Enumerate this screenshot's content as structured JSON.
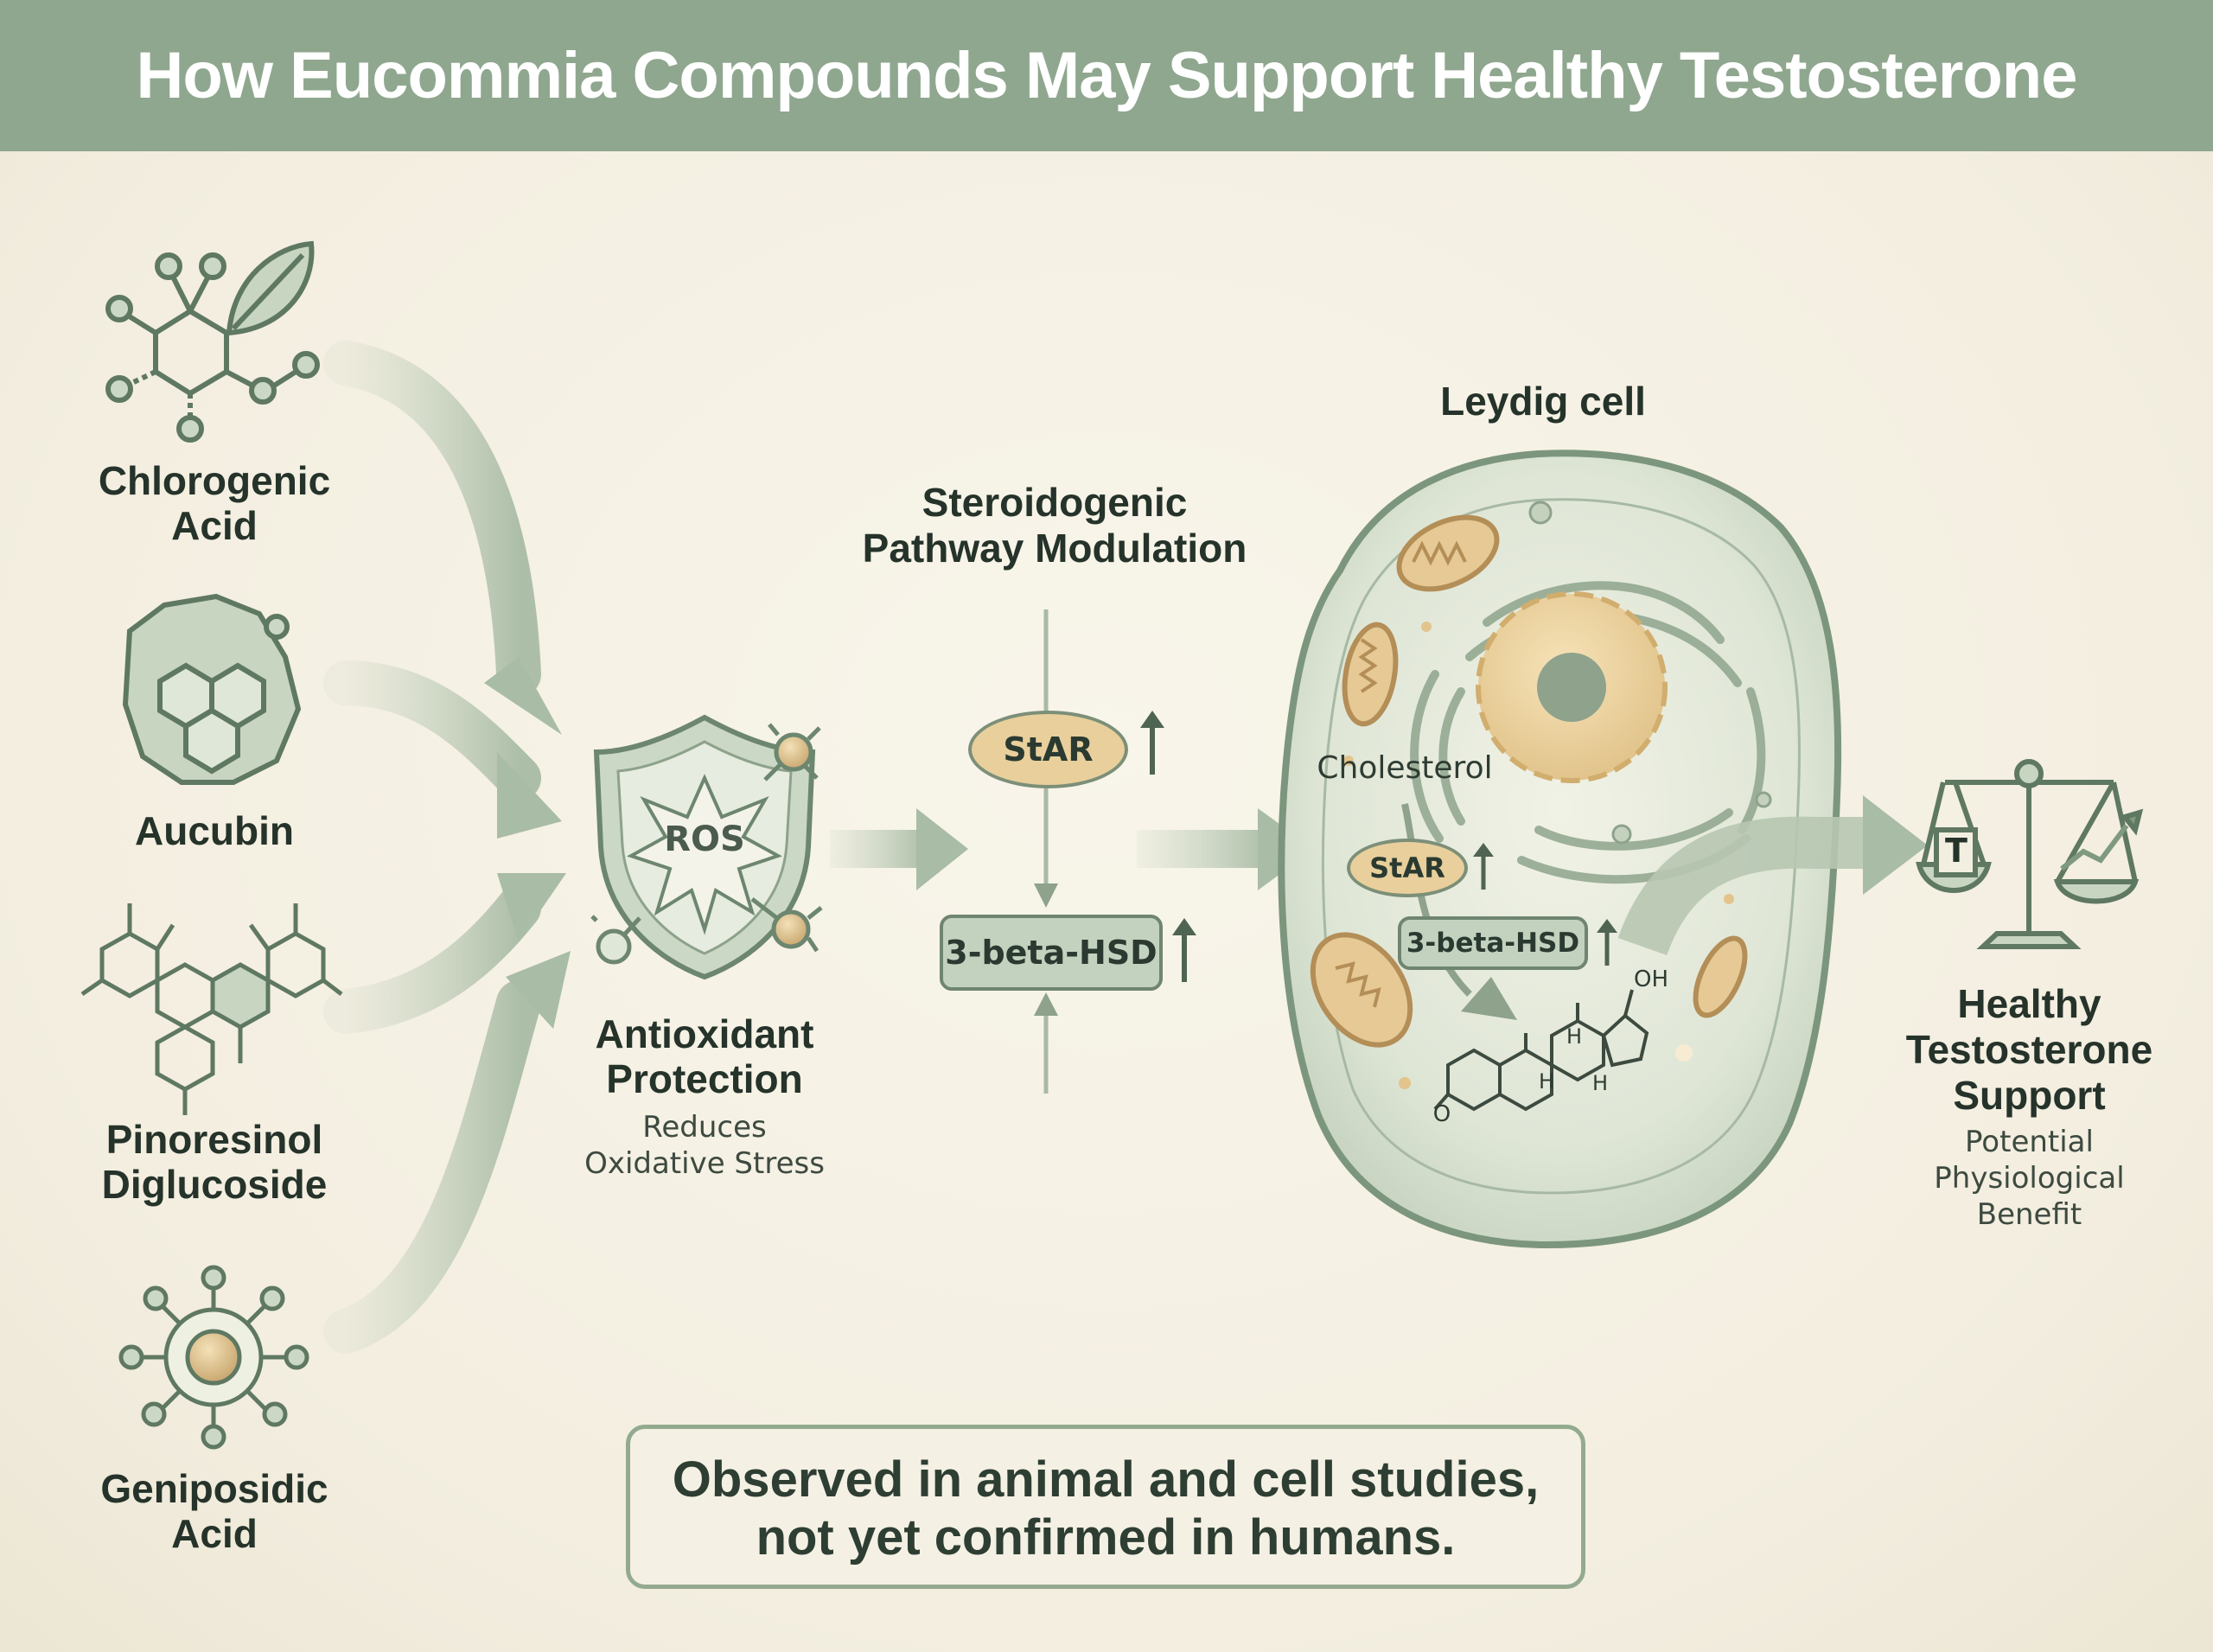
{
  "title": "How Eucommia Compounds May Support Healthy Testosterone",
  "compounds": [
    {
      "line1": "Chlorogenic",
      "line2": "Acid"
    },
    {
      "line1": "Aucubin",
      "line2": ""
    },
    {
      "line1": "Pinoresinol",
      "line2": "Diglucoside"
    },
    {
      "line1": "Geniposidic",
      "line2": "Acid"
    }
  ],
  "antioxidant": {
    "ros_label": "ROS",
    "title_line1": "Antioxidant",
    "title_line2": "Protection",
    "sub_line1": "Reduces",
    "sub_line2": "Oxidative Stress"
  },
  "pathway": {
    "title_line1": "Steroidogenic",
    "title_line2": "Pathway Modulation",
    "star": "StAR",
    "hsd": "3-beta-HSD"
  },
  "cell": {
    "title": "Leydig cell",
    "cholesterol": "Cholesterol",
    "star": "StAR",
    "hsd": "3-beta-HSD",
    "oh": "OH",
    "o": "O",
    "h1": "H",
    "h2": "H",
    "h3": "H"
  },
  "outcome": {
    "t_label": "T",
    "title_line1": "Healthy",
    "title_line2": "Testosterone",
    "title_line3": "Support",
    "sub_line1": "Potential",
    "sub_line2": "Physiological",
    "sub_line3": "Benefit"
  },
  "note": {
    "line1": "Observed in animal and cell studies,",
    "line2": "not yet confirmed in humans."
  },
  "colors": {
    "title_bar": "#8fa78e",
    "sage": "#7f9a7e",
    "sage_light": "#c3d2bf",
    "tan": "#e8cf9c",
    "background": "#f4f0e3"
  }
}
